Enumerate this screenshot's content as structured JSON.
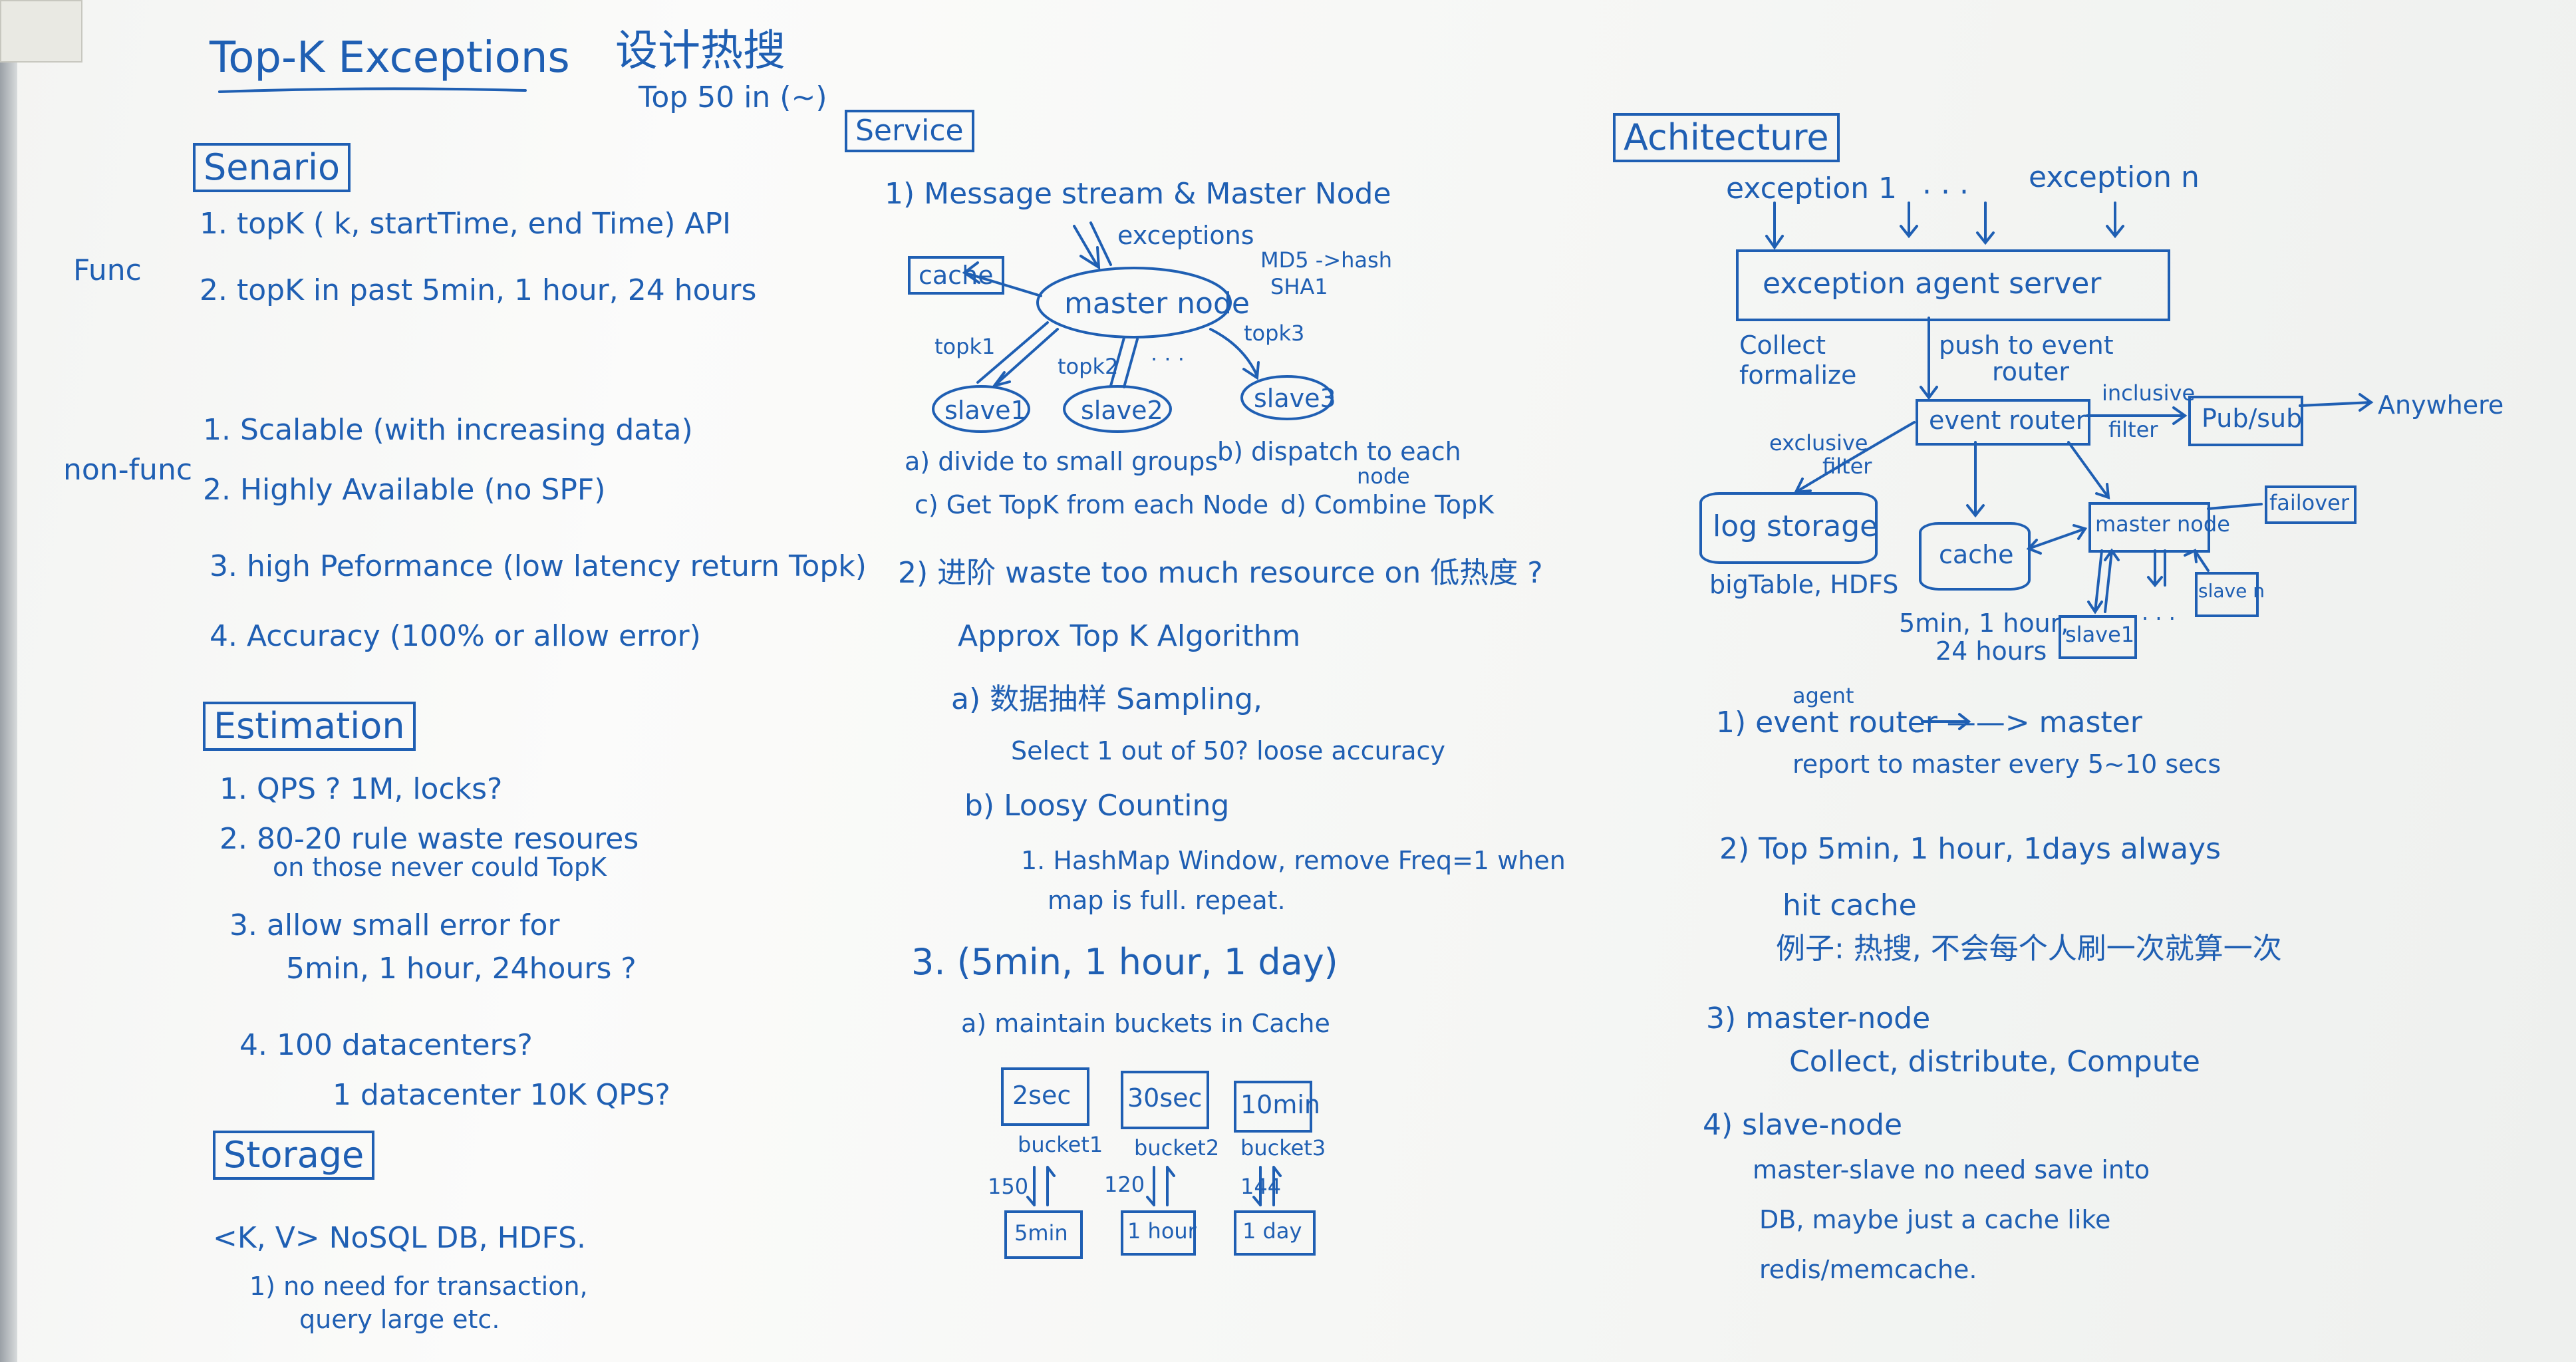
{
  "ink": "#1f5fb3",
  "header": {
    "title": "Top-K Exceptions",
    "cn_title": "设计热搜",
    "cn_sub": "Top 50 in (~)"
  },
  "scenario": {
    "heading": "Senario",
    "func_label": "Func",
    "func": [
      "1. topK ( k, startTime, end Time) API",
      "2. topK in past 5min, 1 hour, 24 hours"
    ],
    "nonfunc_label": "non-func",
    "nonfunc": [
      "1. Scalable (with increasing data)",
      "2. Highly Available (no SPF)",
      "3. high Peformance (low latency return Topk)",
      "4. Accuracy (100% or allow error)"
    ]
  },
  "estimation": {
    "heading": "Estimation",
    "q1": "1. QPS ?  1M, locks?",
    "q2a": "2. 80-20 rule waste resoures",
    "q2b": "on those never could TopK",
    "q3a": "3. allow small error for",
    "q3b": "5min, 1 hour, 24hours ?",
    "q4a": "4. 100 datacenters?",
    "q4b": "1 datacenter  10K QPS?"
  },
  "storage": {
    "heading": "Storage",
    "l1": "<K, V>  NoSQL DB, HDFS.",
    "l2": "1) no need for transaction,",
    "l3": "query large etc."
  },
  "service": {
    "heading": "Service",
    "s1": "1)  Message stream & Master Node",
    "exceptions": "exceptions",
    "cache": "cache",
    "master": "master node",
    "md5": "MD5 ->hash",
    "sha1": "SHA1",
    "topk1": "topk1",
    "topk2": "topk2",
    "topk3": "topk3",
    "dots": ". . .",
    "slave1": "slave1",
    "slave2": "slave2",
    "slave3": "slave3",
    "a": "a) divide to small groups",
    "b": "b) dispatch to each",
    "b2": "node",
    "c": "c) Get TopK from each Node",
    "d": "d) Combine TopK",
    "s2": "2) 进阶  waste too much resource on 低热度 ?",
    "approx": "Approx Top K Algorithm",
    "sa": "a) 数据抽样 Sampling,",
    "sa2": "Select 1 out of 50?  loose accuracy",
    "sb": "b) Loosy Counting",
    "sb1": "1. HashMap Window, remove Freq=1 when",
    "sb2": "map is full. repeat.",
    "s3": "3. (5min, 1 hour, 1 day)",
    "s3a": "a) maintain buckets in Cache",
    "buckets": [
      {
        "top": "2sec",
        "label": "bucket1",
        "num": "150",
        "bottom": "5min"
      },
      {
        "top": "30sec",
        "label": "bucket2",
        "num": "120",
        "bottom": "1 hour"
      },
      {
        "top": "10min",
        "label": "bucket3",
        "num": "144",
        "bottom": "1 day"
      }
    ]
  },
  "architecture": {
    "heading": "Achitecture",
    "exception1": "exception 1",
    "dots": ". . .",
    "exceptionN": "exception n",
    "agent": "exception agent server",
    "collect": "Collect",
    "formalize": "formalize",
    "push": "push to event",
    "router_w": "router",
    "event_router": "event router",
    "inclusive": "inclusive",
    "filter_in": "filter",
    "pubsub": "Pub/sub",
    "anywhere": "Anywhere",
    "exclusive": "exclusive",
    "filter_ex": "filter",
    "log": "log storage",
    "bigtable": "bigTable, HDFS",
    "cache": "cache",
    "cache_sub1": "5min, 1 hour,",
    "cache_sub2": "24 hours",
    "master": "master node",
    "failover": "failover",
    "slave1": "slave1",
    "slaven": "slave n",
    "dots2": ". . .",
    "n1a": "agent",
    "n1": "1) event router ——> master",
    "n1b": "report to master every 5~10 secs",
    "n2": "2)  Top 5min, 1 hour, 1days always",
    "n2b": "hit cache",
    "n2c": "例子: 热搜, 不会每个人刷一次就算一次",
    "n3": "3) master-node",
    "n3b": "Collect, distribute, Compute",
    "n4": "4) slave-node",
    "n4b": "master-slave no need save into",
    "n4c": "DB, maybe just a cache like",
    "n4d": "redis/memcache."
  }
}
